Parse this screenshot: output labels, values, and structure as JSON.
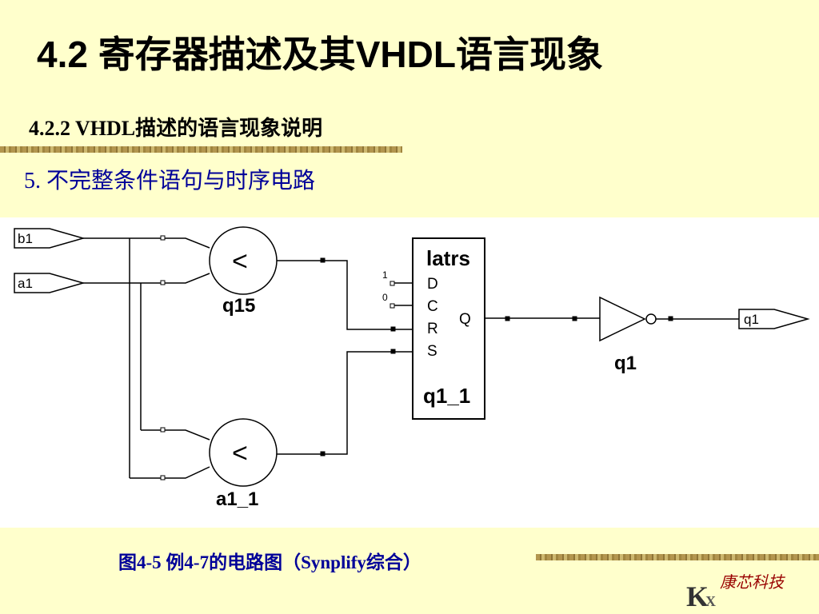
{
  "slide": {
    "title": "4.2  寄存器描述及其VHDL语言现象",
    "subtitle": "4.2.2  VHDL描述的语言现象说明",
    "section": "5.  不完整条件语句与时序电路",
    "caption": "图4-5  例4-7的电路图（Synplify综合）",
    "brand": "康芯科技",
    "logo_text": "K",
    "logo_sub": "X"
  },
  "diagram": {
    "inputs": [
      "b1",
      "a1"
    ],
    "output": "q1",
    "comparators": [
      {
        "symbol": "<",
        "label": "q15"
      },
      {
        "symbol": "<",
        "label": "a1_1"
      }
    ],
    "latch": {
      "name": "latrs",
      "instance": "q1_1",
      "pins": [
        "D",
        "C",
        "R",
        "S"
      ],
      "output_pin": "Q",
      "const_inputs": [
        "1",
        "0"
      ]
    },
    "inverter_label": "q1"
  }
}
